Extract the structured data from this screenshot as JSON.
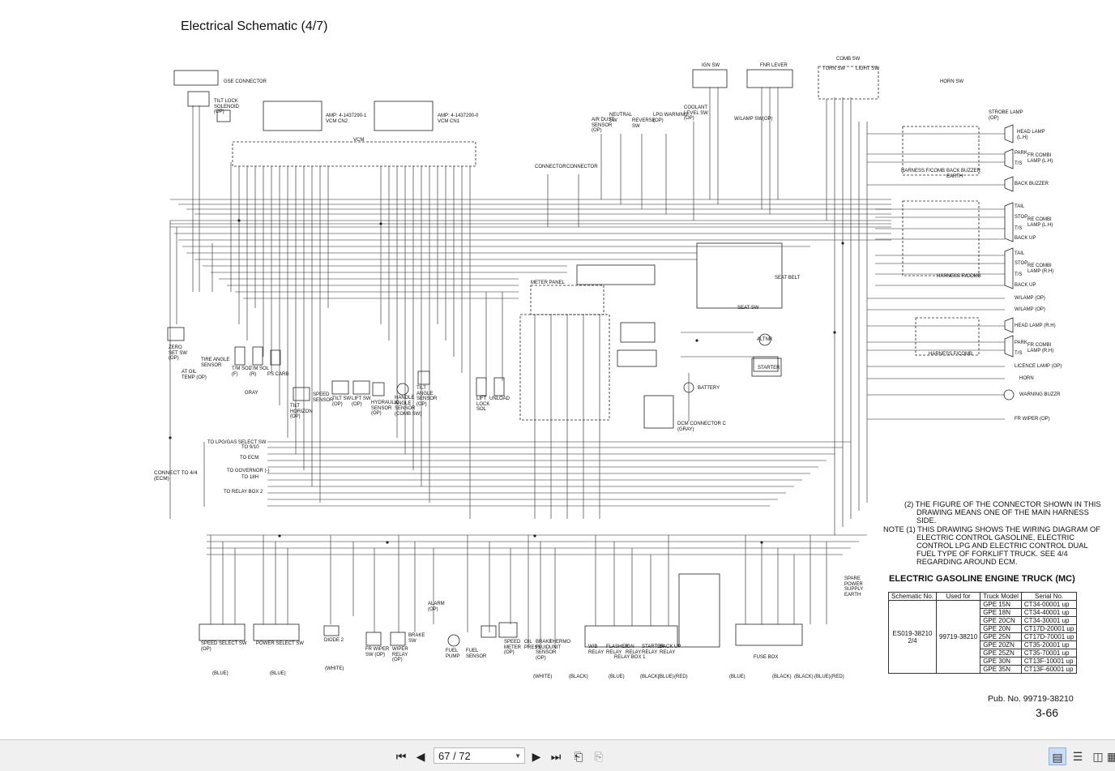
{
  "document": {
    "title": "Electrical Schematic (4/7)",
    "notes": [
      "(2) THE FIGURE OF THE CONNECTOR SHOWN IN THIS",
      "DRAWING MEANS ONE OF THE MAIN HARNESS",
      "SIDE.",
      "NOTE  (1) THIS DRAWING SHOWS THE WIRING DIAGRAM OF",
      "ELECTRIC CONTROL GASOLINE, ELECTRIC",
      "CONTROL LPG AND ELECTRIC CONTROL DUAL",
      "FUEL TYPE OF FORKLIFT TRUCK. SEE 4/4",
      "REGARDING AROUND ECM."
    ],
    "truck_title": "ELECTRIC GASOLINE ENGINE TRUCK (MC)",
    "table": {
      "headers": [
        "Schematic No.",
        "Used for",
        "Truck Model",
        "Serial No."
      ],
      "schematic_no": "ES019-38210\n2/4",
      "used_for": "99719-38210",
      "rows": [
        [
          "GPE 15N",
          "CT34-00001 up"
        ],
        [
          "GPE 18N",
          "CT34-40001 up"
        ],
        [
          "GPE 20CN",
          "CT34-30001 up"
        ],
        [
          "GPE 20N",
          "CT17D-20001 up"
        ],
        [
          "GPE 25N",
          "CT17D-70001 up"
        ],
        [
          "GPE 20ZN",
          "CT35-20001 up"
        ],
        [
          "GPE 25ZN",
          "CT35-70001 up"
        ],
        [
          "GPE 30N",
          "CT13F-10001 up"
        ],
        [
          "GPE 35N",
          "CT13F-60001 up"
        ]
      ]
    },
    "pub_no": "Pub. No. 99719-38210",
    "page_no": "3-66"
  },
  "labels": {
    "vcm": "VCM",
    "gse_connector": "GSE CONNECTOR",
    "tilt_lock": "TILT LOCK\nSOLENOID\n(OP)",
    "amp1": "AMP: 4-1437290-1\nVCM CN2",
    "amp2": "AMP: 4-1437290-0\nVCM CN1",
    "ign_sw": "IGN SW",
    "fnr_lever": "FNR LEVER",
    "comb_sw": "COMB SW",
    "turn_sw": "TURN SW",
    "light_sw": "LIGHT SW",
    "horn_sw": "HORN SW",
    "strobe_lamp": "STROBE LAMP\n(OP)",
    "neutral_sw": "NEUTRAL\nSW",
    "reverse_sw": "REVERSE\nSW",
    "lpg_warning": "LPG WARNING\n(OP)",
    "coolant": "COOLANT\nLEVEL SW\n(OP)",
    "air_dust": "AIR DUST\nSENSOR\n(OP)",
    "wlamp_sw": "W/LAMP SW(OP)",
    "connector1": "CONNECTOR",
    "connector2": "CONNECTOR",
    "head_lamp_lh": "HEAD LAMP\n(L.H)",
    "fr_combi_lh": "FR COMBI\nLAMP (L.H)",
    "park": "PARK",
    "ts": "T/S",
    "back_buzzer": "BACK BUZZER",
    "harness_frcomb": "HARNESS F/COMB",
    "back_buzzer_earth": "BACK BUZZER\nEARTH",
    "tail": "TAIL",
    "stop": "STOP",
    "re_combi_lh": "RE COMBI\nLAMP (L.H)",
    "back_up": "BACK UP",
    "re_combi_rh": "RE COMBI\nLAMP (R.H)",
    "harness_rcomb": "HARNESS R/COMB",
    "wlamp_op": "W/LAMP (OP)",
    "head_lamp_rh": "HEAD LAMP (R.H)",
    "fr_combi_rh": "FR COMBI\nLAMP (R.H)",
    "licence_lamp": "LICENCE LAMP (OP)",
    "horn": "HORN",
    "warning_buzzer": "WARNING BUZZR",
    "fr_wiper": "FR WIPER (OP)",
    "seat_sw": "SEAT SW",
    "seat_belt": "SEAT BELT",
    "meter_panel": "METER PANEL",
    "altnr": "ALTNR",
    "starter": "STARTER",
    "battery": "BATTERY",
    "dcm_connector": "DCM CONNECTOR C\n(GRAY)",
    "zero_set": "ZERO\nSET SW\n(OP)",
    "at_oil_temp": "AT OIL\nTEMP (OP)",
    "tire_angle": "TIRE ANGLE\nSENSOR",
    "tm_sol_f": "T/M SOL\n(F)",
    "tm_sol_r": "T/M SOL\n(R)",
    "ps_carb": "PS CARB",
    "gray": "GRAY",
    "tilt_horizon": "TILT\nHORIZON\n(OP)",
    "speed_sensor": "SPEED\nSENSOR",
    "tilt_sw": "TILT SW\n(OP)",
    "lift_sw": "LIFT SW\n(OP)",
    "hydraulic_sensor": "HYDRAULIC\nSENSOR\n(OP)",
    "handle_angle": "HANDLE\nANGLE\nSENSOR\n(COMB SW)",
    "tilt_angle": "TILT\nANGLE\nSENSOR\n(OP)",
    "lift_lock_sol": "LIFT\nLOCK\nSOL",
    "unload": "UNLOAD",
    "to_lpg": "TO LPG/GAS SELECT SW",
    "to_910": "TO 9/10",
    "to_ecm": "TO ECM",
    "to_governor": "TO GOVERNOR (-)",
    "to_18h": "TO 18H",
    "to_relay_box": "TO RELAY BOX 2",
    "connect_to": "CONNECT TO 4/4\n(ECM)",
    "speed_select": "SPEED SELECT SW\n(OP)",
    "power_select": "POWER SELECT SW",
    "diode": "DIODE 2",
    "fr_wiper_sw": "FR WIPER\nSW (OP)",
    "wiper_relay": "WIPER\nRELAY\n(OP)",
    "brake_sw": "BRAKE\nSW",
    "alarm": "ALARM\n(OP)",
    "fuel_pump": "FUEL\nPUMP",
    "fuel_sensor": "FUEL\nSENSOR",
    "speed_meter": "SPEED\nMETER\n(OP)",
    "oil_press": "OIL\nPRESS",
    "brake_fluid": "BRAKE\nFLUID\nSENSOR\n(OP)",
    "thermo_unit": "THERMO\nUNIT",
    "wb_relay": "W/B\nRELAY",
    "flasher_relay": "FLASHER\nRELAY",
    "ign_relay": "IGN\nRELAY",
    "starter_relay": "STARTER\nRELAY",
    "back_up_relay": "BACK UP\nRELAY",
    "relay_box_1": "RELAY BOX 1",
    "fuse_box": "FUSE BOX",
    "spare_power": "SPARE\nPOWER\nSUPPLY\nEARTH",
    "white": "(WHITE)",
    "black": "(BLACK)",
    "blue": "(BLUE)",
    "red": "(RED)"
  },
  "viewer": {
    "page_indicator": "67 / 72",
    "icons": [
      "first-page-icon",
      "prev-page-icon",
      "next-page-icon",
      "last-page-icon",
      "go-back-icon",
      "go-forward-icon",
      "single-page-view-icon",
      "continuous-view-icon",
      "two-page-view-icon",
      "two-page-continuous-view-icon"
    ]
  }
}
